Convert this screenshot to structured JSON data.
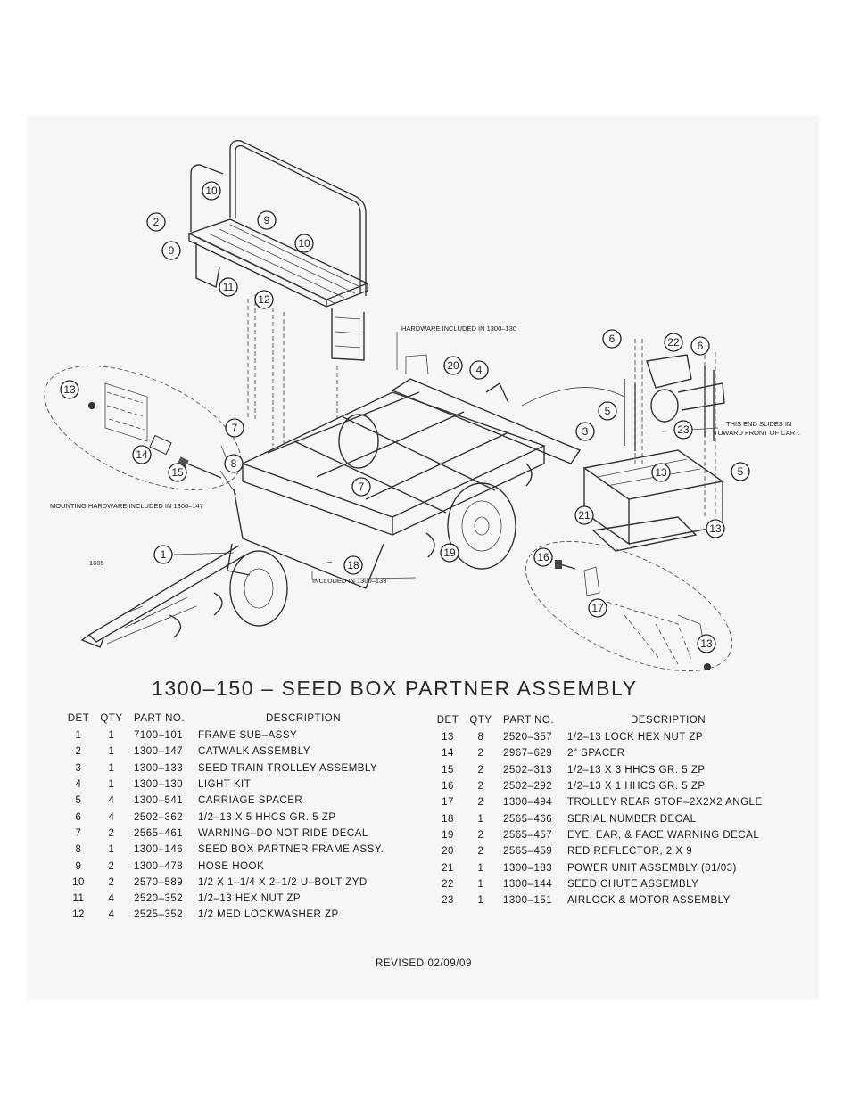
{
  "title": "1300–150  –  SEED BOX PARTNER ASSEMBLY",
  "revised": "REVISED 02/09/09",
  "drawing_number": "1605",
  "notes": {
    "hardware_1300_130": "HARDWARE INCLUDED IN 1300–130",
    "slides_line1": "THIS END SLIDES IN",
    "slides_line2": "TOWARD FRONT OF CART.",
    "mounting_hardware": "MOUNTING HARDWARE INCLUDED IN 1300–147",
    "included_1300_133": "INCLUDED IN 1300–133"
  },
  "callouts": [
    "1",
    "2",
    "3",
    "4",
    "5",
    "5",
    "6",
    "6",
    "7",
    "7",
    "8",
    "9",
    "9",
    "10",
    "10",
    "11",
    "12",
    "13",
    "13",
    "13",
    "13",
    "14",
    "15",
    "16",
    "17",
    "18",
    "19",
    "20",
    "21",
    "22",
    "23"
  ],
  "table_headers": {
    "det": "DET",
    "qty": "QTY",
    "part_no": "PART NO.",
    "description": "DESCRIPTION"
  },
  "parts_left": [
    {
      "det": "1",
      "qty": "1",
      "part_no": "7100–101",
      "description": "FRAME SUB–ASSY"
    },
    {
      "det": "2",
      "qty": "1",
      "part_no": "1300–147",
      "description": "CATWALK ASSEMBLY"
    },
    {
      "det": "3",
      "qty": "1",
      "part_no": "1300–133",
      "description": "SEED TRAIN TROLLEY ASSEMBLY"
    },
    {
      "det": "4",
      "qty": "1",
      "part_no": "1300–130",
      "description": "LIGHT KIT"
    },
    {
      "det": "5",
      "qty": "4",
      "part_no": "1300–541",
      "description": "CARRIAGE SPACER"
    },
    {
      "det": "6",
      "qty": "4",
      "part_no": "2502–362",
      "description": "1/2–13 X 5 HHCS GR. 5 ZP"
    },
    {
      "det": "7",
      "qty": "2",
      "part_no": "2565–461",
      "description": "WARNING–DO NOT RIDE DECAL"
    },
    {
      "det": "8",
      "qty": "1",
      "part_no": "1300–146",
      "description": "SEED BOX PARTNER FRAME ASSY."
    },
    {
      "det": "9",
      "qty": "2",
      "part_no": "1300–478",
      "description": "HOSE HOOK"
    },
    {
      "det": "10",
      "qty": "2",
      "part_no": "2570–589",
      "description": "1/2 X 1–1/4 X 2–1/2 U–BOLT ZYD"
    },
    {
      "det": "11",
      "qty": "4",
      "part_no": "2520–352",
      "description": "1/2–13 HEX NUT ZP"
    },
    {
      "det": "12",
      "qty": "4",
      "part_no": "2525–352",
      "description": "1/2 MED LOCKWASHER ZP"
    }
  ],
  "parts_right": [
    {
      "det": "13",
      "qty": "8",
      "part_no": "2520–357",
      "description": "1/2–13 LOCK HEX NUT ZP"
    },
    {
      "det": "14",
      "qty": "2",
      "part_no": "2967–629",
      "description": "2\" SPACER"
    },
    {
      "det": "15",
      "qty": "2",
      "part_no": "2502–313",
      "description": "1/2–13 X 3 HHCS GR. 5 ZP"
    },
    {
      "det": "16",
      "qty": "2",
      "part_no": "2502–292",
      "description": "1/2–13 X 1 HHCS GR. 5 ZP"
    },
    {
      "det": "17",
      "qty": "2",
      "part_no": "1300–494",
      "description": "TROLLEY REAR STOP–2X2X2 ANGLE"
    },
    {
      "det": "18",
      "qty": "1",
      "part_no": "2565–466",
      "description": "SERIAL NUMBER DECAL"
    },
    {
      "det": "19",
      "qty": "2",
      "part_no": "2565–457",
      "description": "EYE, EAR, & FACE WARNING DECAL"
    },
    {
      "det": "20",
      "qty": "2",
      "part_no": "2565–459",
      "description": "RED REFLECTOR, 2 X 9"
    },
    {
      "det": "21",
      "qty": "1",
      "part_no": "1300–183",
      "description": "POWER UNIT ASSEMBLY (01/03)"
    },
    {
      "det": "22",
      "qty": "1",
      "part_no": "1300–144",
      "description": "SEED CHUTE ASSEMBLY"
    },
    {
      "det": "23",
      "qty": "1",
      "part_no": "1300–151",
      "description": "AIRLOCK & MOTOR ASSEMBLY"
    }
  ]
}
